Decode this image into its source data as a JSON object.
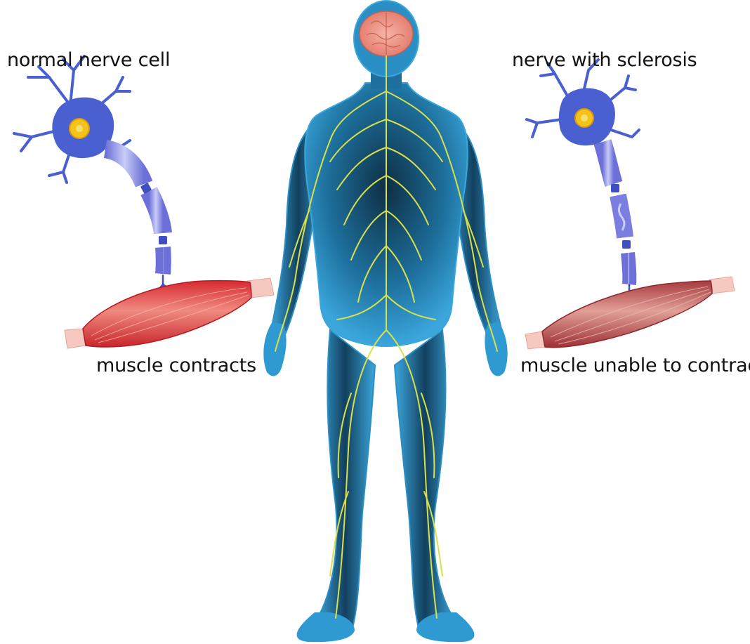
{
  "labels": {
    "normal_nerve_cell": "normal nerve cell",
    "nerve_with_sclerosis": "nerve with sclerosis",
    "muscle_contracts": "muscle contracts",
    "muscle_unable_to_contract": "muscle unable to contract"
  },
  "colors": {
    "body": "#2a8fc4",
    "body_dark": "#0d3a55",
    "nerves": "#d8e04a",
    "brain": "#f09a8a",
    "neuron": "#4a5fd0",
    "myelin": "#8a8ee8",
    "nucleus": "#f5c21a",
    "muscle_healthy": "#d8323a",
    "muscle_weak": "#b8484a",
    "tendon": "#f6c8c0"
  }
}
